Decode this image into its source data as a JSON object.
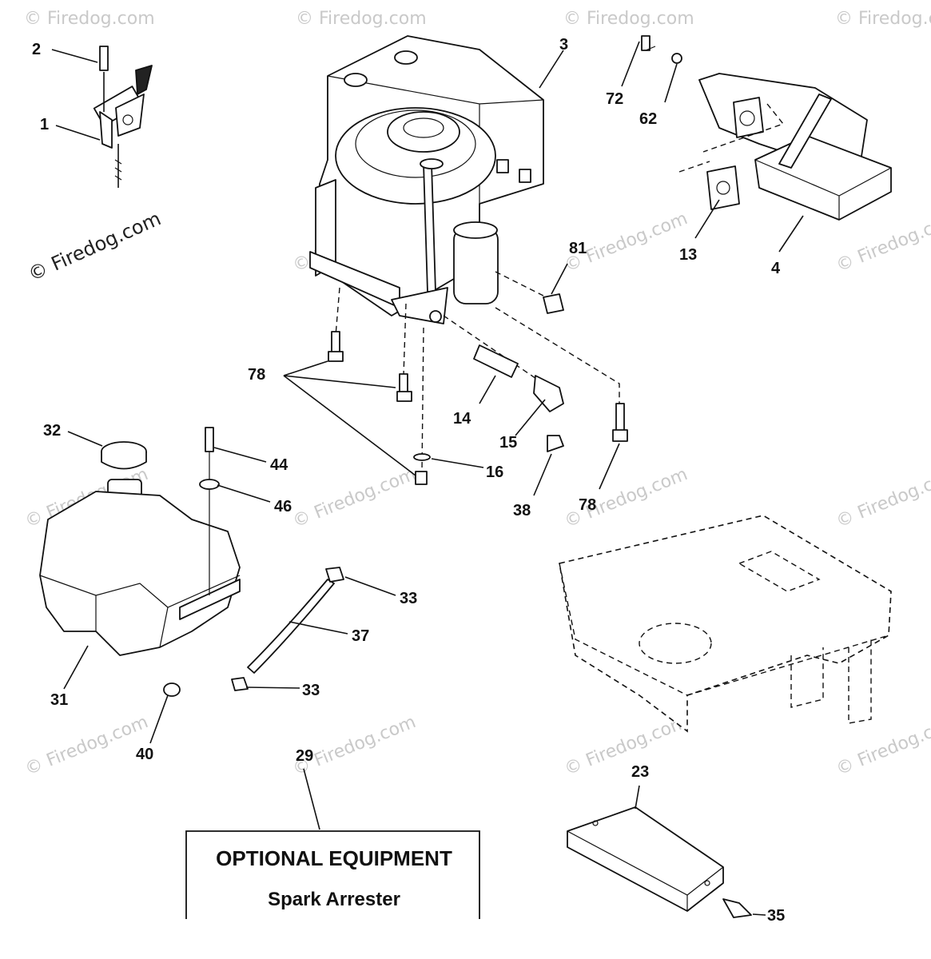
{
  "watermark": {
    "text": "© Firedog.com",
    "main_text": "© Firedog.com"
  },
  "callouts": {
    "c1": "1",
    "c2": "2",
    "c3": "3",
    "c4": "4",
    "c13": "13",
    "c14": "14",
    "c15": "15",
    "c16": "16",
    "c23": "23",
    "c29": "29",
    "c31": "31",
    "c32": "32",
    "c33a": "33",
    "c33b": "33",
    "c35": "35",
    "c37": "37",
    "c38": "38",
    "c40": "40",
    "c44": "44",
    "c46": "46",
    "c62": "62",
    "c72": "72",
    "c78a": "78",
    "c78b": "78",
    "c81": "81"
  },
  "optional_box": {
    "title": "OPTIONAL EQUIPMENT",
    "subtitle": "Spark Arrester"
  }
}
